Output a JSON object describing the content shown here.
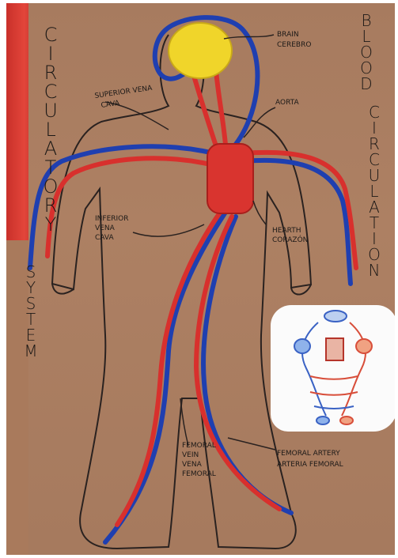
{
  "title_left_letters": [
    "C",
    "I",
    "R",
    "C",
    "U",
    "L",
    "A",
    "T",
    "O",
    "R",
    "Y"
  ],
  "title_left_second_letters": [
    "S",
    "Y",
    "S",
    "T",
    "E",
    "M"
  ],
  "title_right_letters": [
    "B",
    "L",
    "O",
    "O",
    "D"
  ],
  "title_right_second_letters": [
    "C",
    "I",
    "R",
    "C",
    "U",
    "L",
    "A",
    "T",
    "I",
    "O",
    "N"
  ],
  "labels": {
    "brain": [
      "BRAIN",
      "CEREBRO"
    ],
    "superior_vena_cava": [
      "SUPERIOR VENA",
      "CAVA"
    ],
    "aorta": "AORTA",
    "inferior_vena_cava": [
      "INFERIOR",
      "VENA",
      "CAVA"
    ],
    "heart": [
      "HEARTH",
      "CORAZÓN"
    ],
    "femoral_vein": [
      "FEMORAL",
      "VEIN",
      "VENA",
      "FEMORAL"
    ],
    "femoral_artery": [
      "FEMORAL ARTERY",
      "ARTERIA FEMORAL"
    ]
  },
  "colors": {
    "artery_red": "#d8302d",
    "vein_blue": "#1f3fb0",
    "brain_yellow": "#f0d52a",
    "heart_red": "#d9342f",
    "board_brown": "#a97a5c"
  }
}
